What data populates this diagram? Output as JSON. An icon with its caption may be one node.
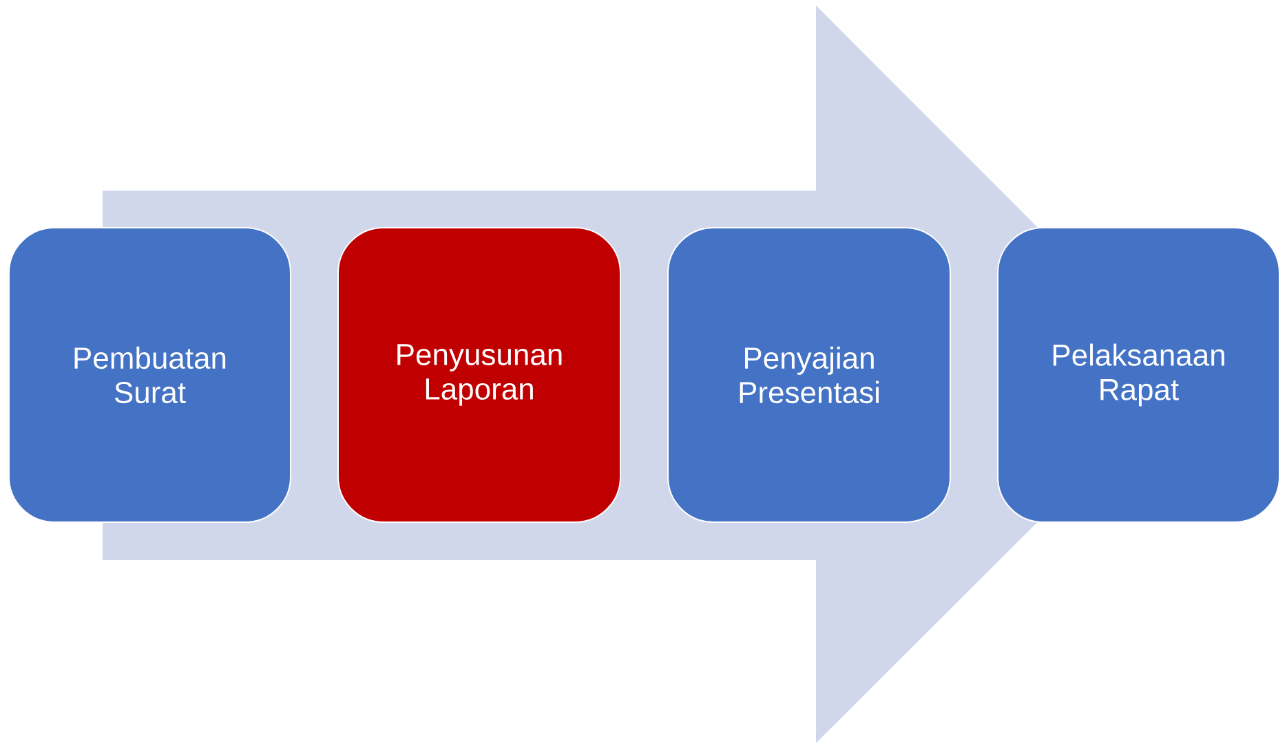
{
  "diagram": {
    "nodes": [
      {
        "text": [
          "Pembuatan Surat"
        ]
      },
      {
        "text": [
          "Penyusunan Laporan"
        ]
      },
      {
        "text": [
          "Penyajian Presentasi"
        ]
      },
      {
        "text": [
          "Pelaksanaan Rapat"
        ]
      }
    ],
    "edges": [
      {
        "from": 0,
        "to": 3,
        "arrow": "to"
      }
    ]
  }
}
